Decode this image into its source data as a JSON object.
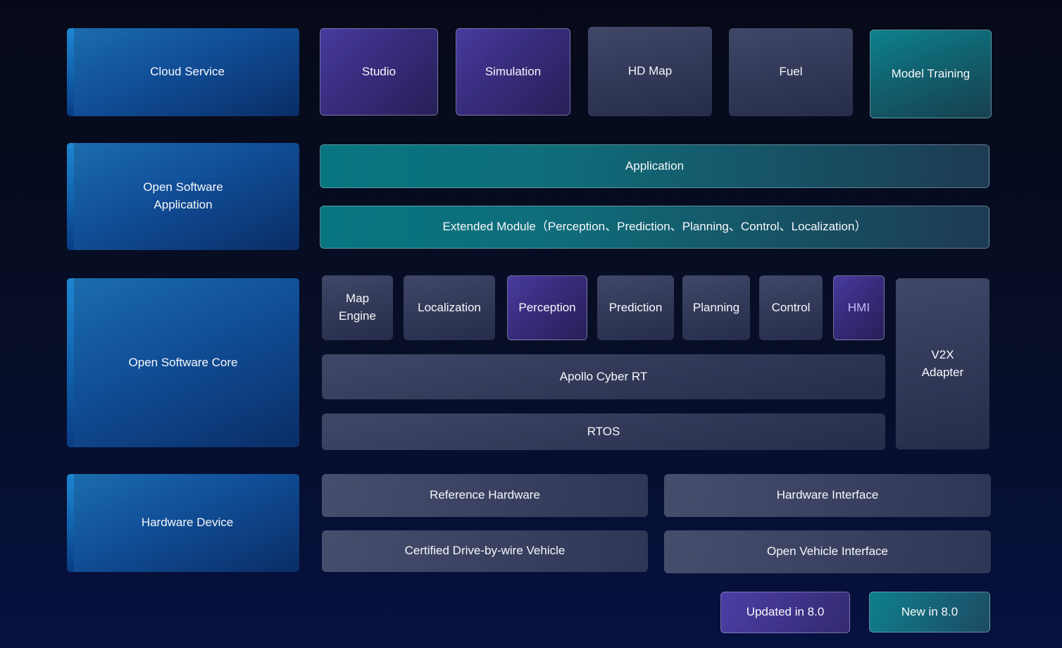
{
  "layers": {
    "cloud": {
      "label": "Cloud Service",
      "items": [
        {
          "label": "Studio",
          "status": "updated"
        },
        {
          "label": "Simulation",
          "status": "updated"
        },
        {
          "label": "HD Map",
          "status": "default"
        },
        {
          "label": "Fuel",
          "status": "default"
        },
        {
          "label": "Model Training",
          "status": "new"
        }
      ]
    },
    "open_software_application": {
      "label": "Open Software Application",
      "application": "Application",
      "application_status": "new",
      "extended_module": "Extended Module（Perception、Prediction、Planning、Control、Localization）",
      "extended_module_status": "new"
    },
    "open_software_core": {
      "label": "Open Software Core",
      "modules": [
        {
          "label": "Map Engine",
          "status": "default"
        },
        {
          "label": "Localization",
          "status": "default"
        },
        {
          "label": "Perception",
          "status": "updated"
        },
        {
          "label": "Prediction",
          "status": "default"
        },
        {
          "label": "Planning",
          "status": "default"
        },
        {
          "label": "Control",
          "status": "default"
        },
        {
          "label": "HMI",
          "status": "updated"
        }
      ],
      "v2x_adapter": "V2X Adapter",
      "cyber_rt": "Apollo Cyber RT",
      "rtos": "RTOS"
    },
    "hardware": {
      "label": "Hardware Device",
      "reference_hardware": "Reference Hardware",
      "hardware_interface": "Hardware Interface",
      "certified_vehicle": "Certified Drive-by-wire Vehicle",
      "open_vehicle_interface": "Open Vehicle Interface"
    }
  },
  "legend": {
    "updated": "Updated in 8.0",
    "new": "New in 8.0"
  },
  "colors": {
    "updated_accent": "#46399b",
    "new_accent": "#0d7e89",
    "layer_blue": "#0f4c8a",
    "module_slate": "#343b5a",
    "background_top": "#060a18",
    "background_bottom": "#061140",
    "text": "#f7f8fb",
    "hmi_text": "#cbb9fb"
  }
}
